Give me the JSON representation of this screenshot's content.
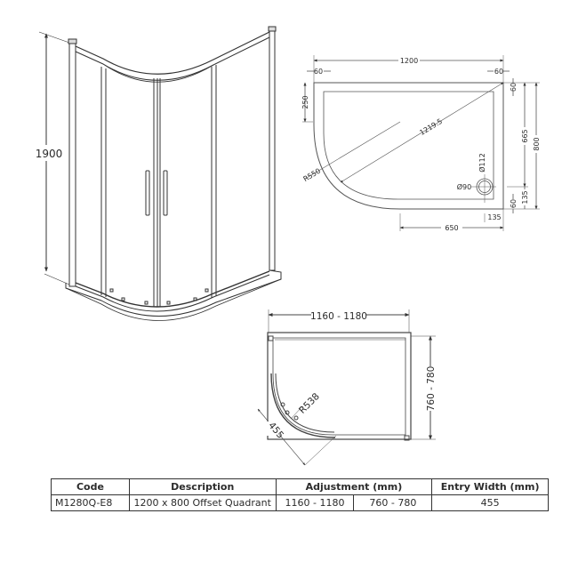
{
  "elevation_view": {
    "height_label": "1900"
  },
  "tray_plan": {
    "width_total": "1200",
    "left_margin": "60",
    "right_margin": "60",
    "left_straight": "250",
    "diagonal": "1219.5",
    "radius": "R550",
    "waste_outer": "Ø112",
    "waste_inner": "Ø90",
    "top_margin": "60",
    "waste_offset_y": "665",
    "depth_total": "800",
    "bottom_gap": "135",
    "bottom_margin": "60",
    "waste_offset_x": "135",
    "straight_front": "650"
  },
  "enclosure_plan": {
    "width_adjust": "1160 - 1180",
    "depth_adjust": "760 - 780",
    "radius": "R538",
    "entry": "455"
  },
  "spec_table": {
    "headers": {
      "code": "Code",
      "description": "Description",
      "adjustment": "Adjustment (mm)",
      "entry_width": "Entry Width (mm)"
    },
    "rows": [
      {
        "code": "M1280Q-E8",
        "description": "1200 x 800 Offset Quadrant",
        "adjust_width": "1160 - 1180",
        "adjust_depth": "760 - 780",
        "entry_width": "455"
      }
    ]
  }
}
